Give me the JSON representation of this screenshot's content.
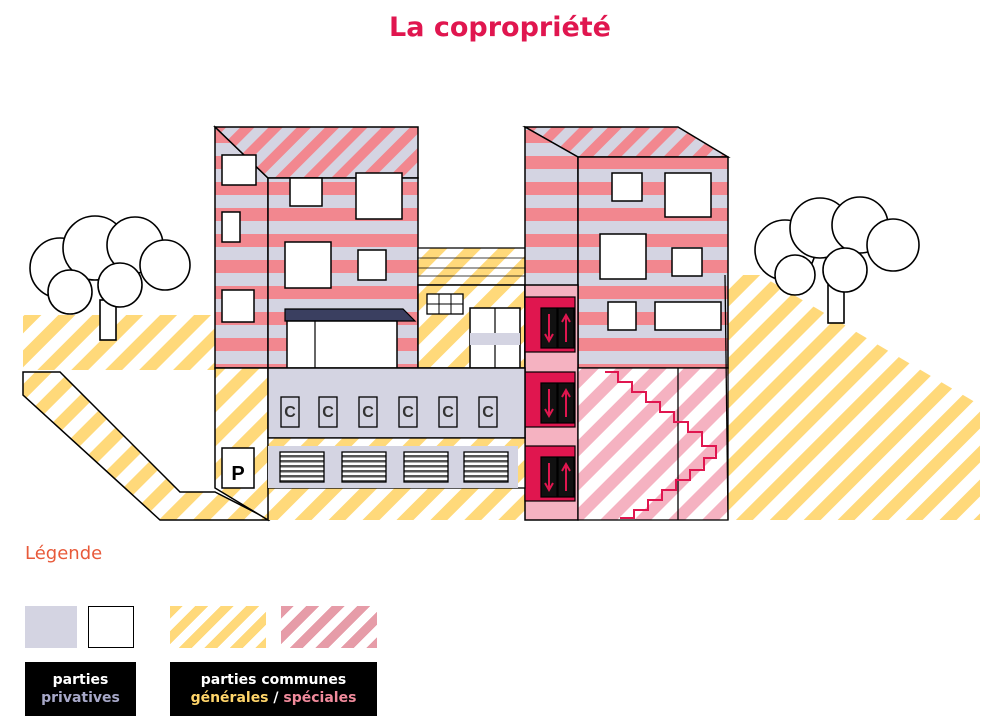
{
  "title": "La copropriété",
  "legend": {
    "title": "Légende",
    "privatives_line1": "parties",
    "privatives_line2": "privatives",
    "communes_line1": "parties communes",
    "communes_generales": "générales",
    "communes_separator": " / ",
    "communes_speciales": "spéciales"
  },
  "scene": {
    "cave_letter": "C",
    "parking_sign": "P"
  },
  "colors": {
    "title": "#e0164f",
    "legend_title": "#e85a3a",
    "private_grey": "#d4d4e2",
    "general_yellow": "#ffd97a",
    "special_pink": "#f2878f",
    "special_light_pink": "#f5b2c1",
    "label_bg": "#000000"
  }
}
